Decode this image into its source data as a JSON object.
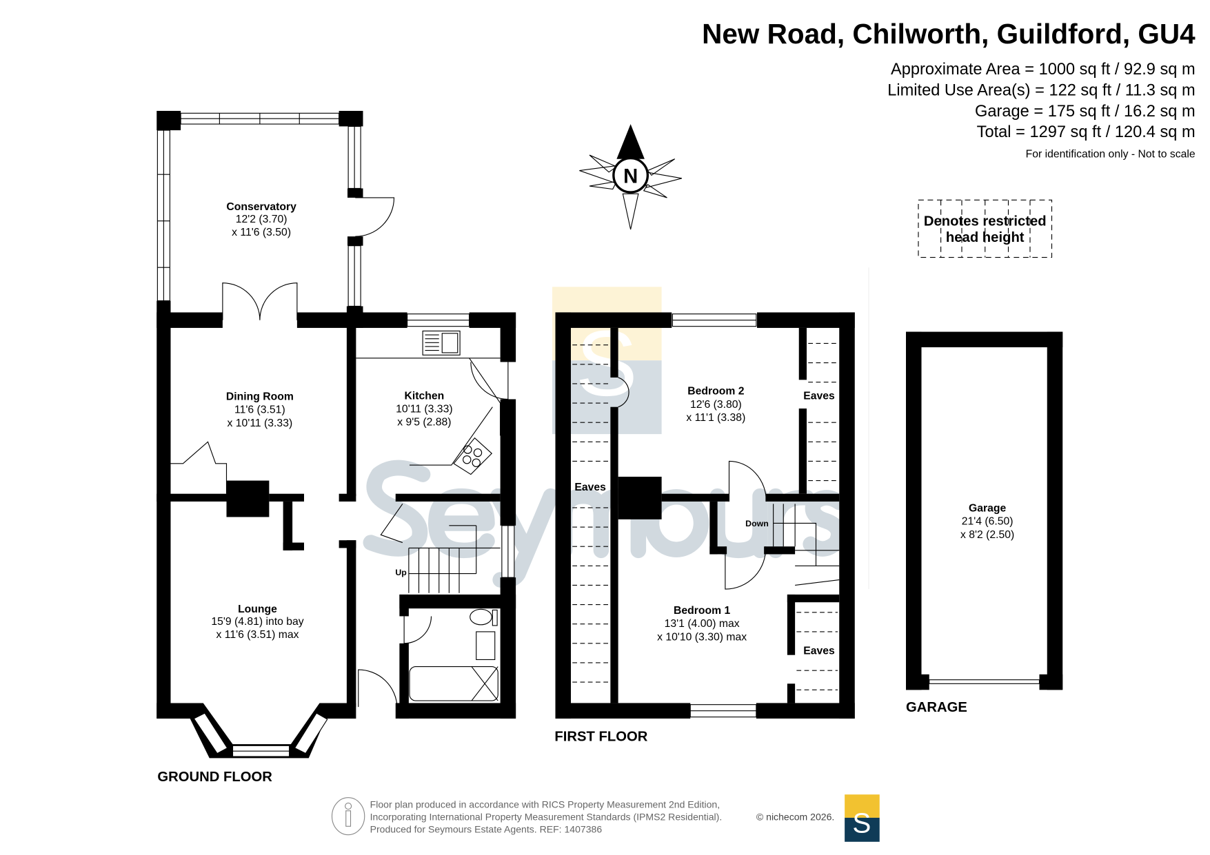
{
  "header": {
    "title": "New Road, Chilworth, Guildford, GU4",
    "areas": [
      "Approximate Area = 1000 sq ft / 92.9 sq m",
      "Limited Use Area(s) = 122 sq ft / 11.3 sq m",
      "Garage = 175 sq ft / 16.2 sq m",
      "Total = 1297 sq ft / 120.4 sq m"
    ],
    "disclaimer": "For identification only - Not to scale"
  },
  "compass": {
    "label": "N"
  },
  "legend": {
    "line1": "Denotes restricted",
    "line2": "head height"
  },
  "watermark": {
    "text": "Seymours",
    "logo_letter": "S"
  },
  "ground_floor": {
    "label": "GROUND FLOOR",
    "rooms": [
      {
        "name": "Conservatory",
        "dim1": "12'2 (3.70)",
        "dim2": "x 11'6 (3.50)"
      },
      {
        "name": "Dining Room",
        "dim1": "11'6 (3.51)",
        "dim2": "x 10'11 (3.33)"
      },
      {
        "name": "Kitchen",
        "dim1": "10'11 (3.33)",
        "dim2": "x 9'5 (2.88)"
      },
      {
        "name": "Lounge",
        "dim1": "15'9 (4.81) into bay",
        "dim2": "x 11'6 (3.51) max"
      }
    ],
    "stairs_label": "Up"
  },
  "first_floor": {
    "label": "FIRST FLOOR",
    "rooms": [
      {
        "name": "Bedroom 2",
        "dim1": "12'6 (3.80)",
        "dim2": "x 11'1 (3.38)"
      },
      {
        "name": "Bedroom 1",
        "dim1": "13'1 (4.00) max",
        "dim2": "x 10'10 (3.30) max"
      }
    ],
    "eaves": [
      "Eaves",
      "Eaves",
      "Eaves"
    ],
    "stairs_label": "Down"
  },
  "garage": {
    "label": "GARAGE",
    "room": {
      "name": "Garage",
      "dim1": "21'4 (6.50)",
      "dim2": "x 8'2 (2.50)"
    }
  },
  "footer": {
    "lines": [
      "Floor plan produced in accordance with RICS Property Measurement 2nd Edition,",
      "Incorporating International Property Measurement Standards (IPMS2 Residential).",
      "Produced for Seymours Estate Agents.   REF: 1407386"
    ],
    "copyright": "© nichecom 2026.",
    "logo_letter": "S"
  },
  "colors": {
    "logo_yellow": "#f2c230",
    "logo_navy": "#0f3b57",
    "watermark": "#c9d3da"
  }
}
